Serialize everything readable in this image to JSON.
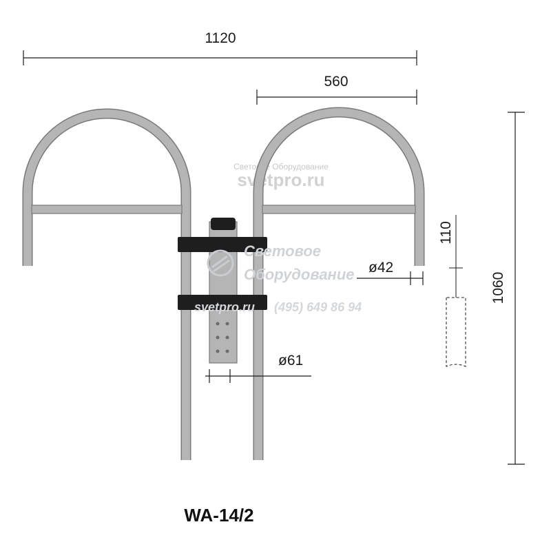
{
  "drawing": {
    "dimensions": {
      "total_width": "1120",
      "arm_width": "560",
      "height": "1060",
      "tip_length": "110",
      "tube_diameter": "ø42",
      "mount_diameter": "ø61"
    },
    "model": "WA-14/2",
    "colors": {
      "tube": "#b5b5b5",
      "tube_edge": "#7a7a7a",
      "clamp": "#1e1e1e",
      "dimension_line": "#1a1a1a"
    }
  },
  "watermark": {
    "top_line": "Световое Оборудование",
    "top_site": "svetpro.ru",
    "center_line1": "Световое",
    "center_line2": "Оборудование",
    "center_site": "svetpro.ru",
    "center_phone": "(495) 649 86 94"
  }
}
